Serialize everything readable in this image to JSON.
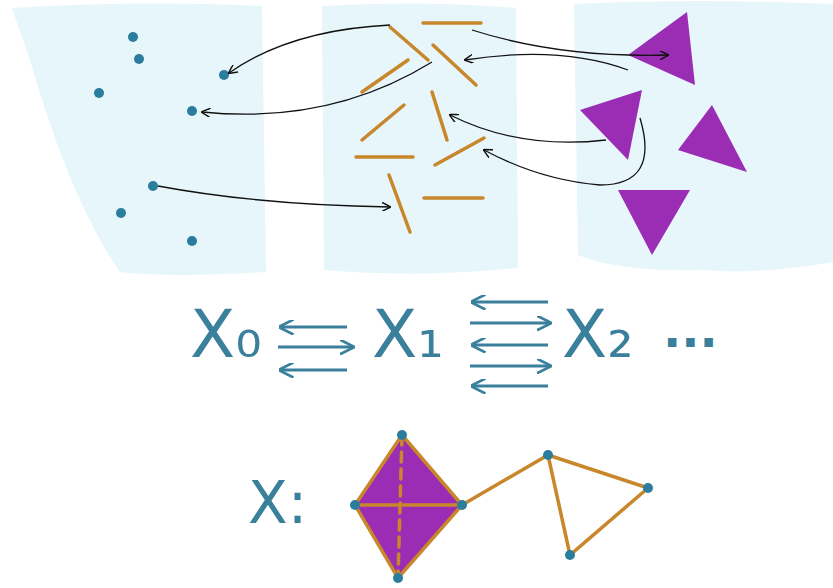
{
  "diagram": {
    "labels": [
      "X₀",
      "X₁",
      "X₂",
      "...",
      "X:"
    ]
  }
}
